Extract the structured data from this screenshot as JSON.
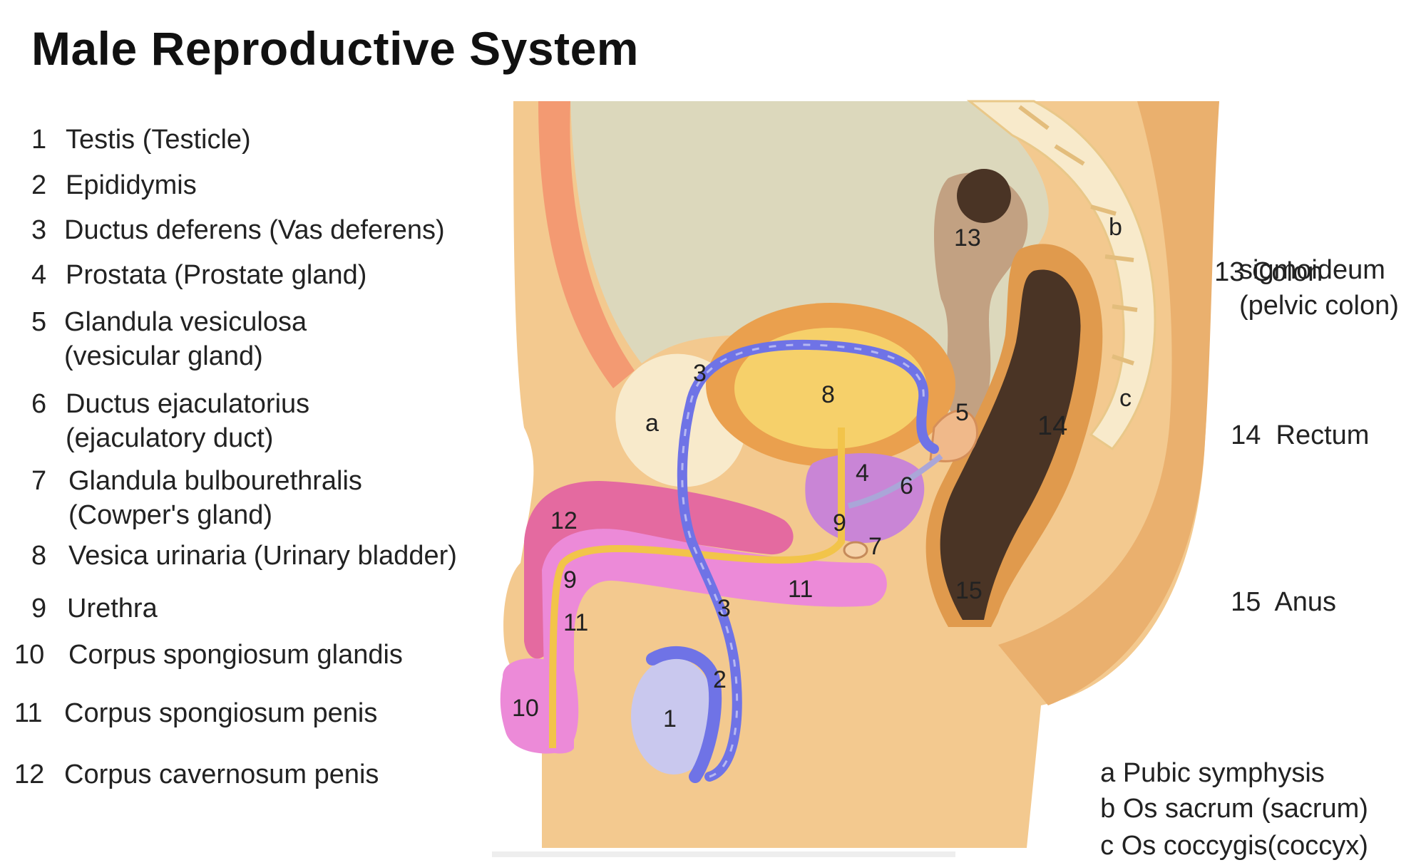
{
  "title": "Male Reproductive System",
  "legend_left": [
    {
      "num": "1",
      "text": "Testis (Testicle)"
    },
    {
      "num": "2",
      "text": "Epididymis"
    },
    {
      "num": "3",
      "text": "Ductus deferens (Vas deferens)"
    },
    {
      "num": "4",
      "text": "Prostata (Prostate gland)"
    },
    {
      "num": "5",
      "text": "Glandula vesiculosa",
      "text2": "(vesicular gland)"
    },
    {
      "num": "6",
      "text": "Ductus ejaculatorius",
      "text2": "(ejaculatory duct)"
    },
    {
      "num": "7",
      "text": "Glandula bulbourethralis",
      "text2": "(Cowper's gland)"
    },
    {
      "num": "8",
      "text": "Vesica urinaria (Urinary bladder)"
    },
    {
      "num": "9",
      "text": "Urethra"
    },
    {
      "num": "10",
      "text": "Corpus spongiosum glandis"
    },
    {
      "num": "11",
      "text": "Corpus spongiosum penis"
    },
    {
      "num": "12",
      "text": "Corpus cavernosum penis"
    }
  ],
  "legend_right": {
    "colon": {
      "num": "13",
      "line1": "Colon",
      "line2": "sigmoideum",
      "line3": "(pelvic colon)"
    },
    "rectum": {
      "num": "14",
      "text": "Rectum"
    },
    "anus": {
      "num": "15",
      "text": "Anus"
    }
  },
  "legend_bones": [
    {
      "letter": "a",
      "text": "Pubic symphysis"
    },
    {
      "letter": "b",
      "text": "Os sacrum (sacrum)"
    },
    {
      "letter": "c",
      "text": "Os coccygis(coccyx)"
    }
  ],
  "diagram_markers": {
    "testis": "1",
    "epididymis": "2",
    "vas_upper": "3",
    "vas_lower": "3",
    "prostate": "4",
    "vesicular": "5",
    "ejac": "6",
    "cowper": "7",
    "bladder": "8",
    "urethra_a": "9",
    "urethra_b": "9",
    "glans": "10",
    "spong_a": "11",
    "spong_b": "11",
    "cavern": "12",
    "colon": "13",
    "rectum": "14",
    "anus": "15",
    "pubic": "a",
    "sacrum": "b",
    "coccyx": "c"
  },
  "colors": {
    "skin": "#f3c98f",
    "skin_dark": "#eab06e",
    "abdomen": "#dcd8bc",
    "bladder_outer": "#eaa04e",
    "bladder_inner": "#f6d06a",
    "vas": "#6f73e6",
    "prostate": "#c985d6",
    "cavernosum": "#e46aa0",
    "spongiosum": "#ec8ad8",
    "urethra": "#f2c44a",
    "testis": "#c9c8ee",
    "rectum": "#4a3425",
    "colon": "#c2a182",
    "bone": "#f8eacb",
    "muscle": "#f39a72"
  }
}
